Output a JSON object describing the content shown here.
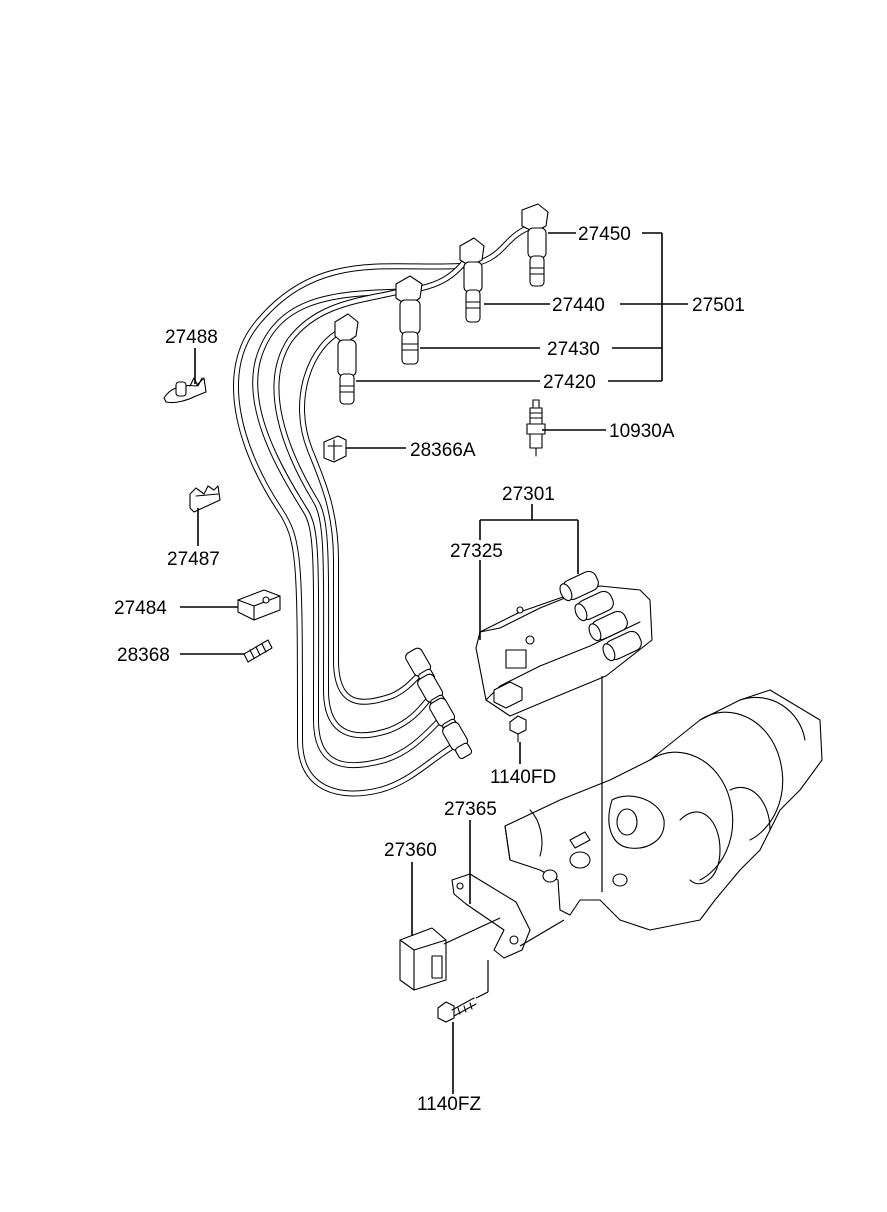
{
  "diagram": {
    "labels": {
      "p27450": "27450",
      "p27440": "27440",
      "p27501": "27501",
      "p27430": "27430",
      "p27420": "27420",
      "p27488": "27488",
      "p10930A": "10930A",
      "p28366A": "28366A",
      "p27301": "27301",
      "p27325": "27325",
      "p27487": "27487",
      "p27484": "27484",
      "p28368": "28368",
      "p1140FD": "1140FD",
      "p27365": "27365",
      "p27360": "27360",
      "p1140FZ": "1140FZ"
    }
  }
}
